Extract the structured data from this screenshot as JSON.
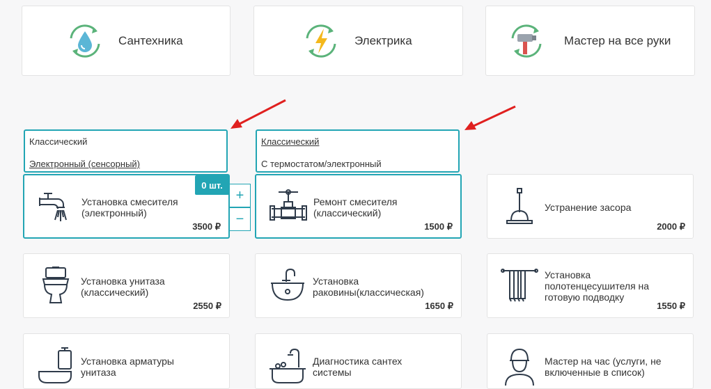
{
  "categories": [
    {
      "label": "Сантехника",
      "icon": "water-drop-icon"
    },
    {
      "label": "Электрика",
      "icon": "lightning-icon"
    },
    {
      "label": "Мастер на все руки",
      "icon": "hammer-icon"
    }
  ],
  "variant_boxes": [
    {
      "options": [
        "Классический",
        "Электронный (сенсорный)"
      ],
      "underlined": "Электронный (сенсорный)"
    },
    {
      "options": [
        "Классический",
        "С термостатом/электронный"
      ],
      "underlined": "Классический"
    }
  ],
  "services": [
    {
      "name": "Установка смесителя (электронный)",
      "price": "3500 ₽",
      "icon": "faucet-icon",
      "selected": true
    },
    {
      "name": "Ремонт смесителя (классический)",
      "price": "1500 ₽",
      "icon": "valve-pipe-icon",
      "selected": true
    },
    {
      "name": "Устранение засора",
      "price": "2000 ₽",
      "icon": "plunger-icon"
    },
    {
      "name": "Установка унитаза (классический)",
      "price": "2550 ₽",
      "icon": "toilet-icon"
    },
    {
      "name": "Установка раковины(классическая)",
      "price": "1650 ₽",
      "icon": "sink-icon"
    },
    {
      "name": "Установка полотенцесушителя на готовую подводку",
      "price": "1550 ₽",
      "icon": "towel-rail-icon"
    },
    {
      "name": "Установка арматуры унитаза",
      "price": "",
      "icon": "toilet-tank-icon"
    },
    {
      "name": "Диагностика сантех системы",
      "price": "",
      "icon": "bathtub-icon"
    },
    {
      "name": "Мастер на час (услуги, не включенные в список)",
      "price": "",
      "icon": "master-person-icon"
    }
  ],
  "quantity": {
    "label": "0 шт.",
    "plus": "+",
    "minus": "−"
  },
  "colors": {
    "accent": "#22a5b4",
    "arrow": "#e0201f",
    "cycle": "#5bb37a",
    "drop": "#5bb6d6",
    "bolt": "#f4b81c"
  }
}
